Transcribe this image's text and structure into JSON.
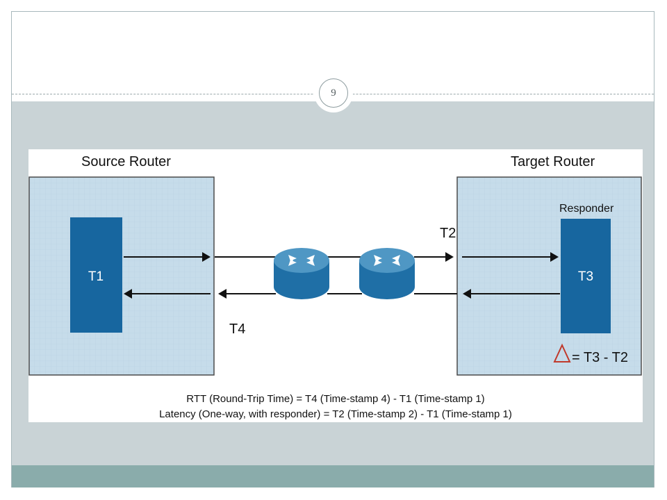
{
  "slide": {
    "page_number": "9"
  },
  "diagram": {
    "source_router_label": "Source Router",
    "target_router_label": "Target Router",
    "responder_label": "Responder",
    "t1_label": "T1",
    "t2_label": "T2",
    "t3_label": "T3",
    "t4_label": "T4",
    "delta_formula": "= T3 - T2",
    "rtt_formula": "RTT (Round-Trip Time) = T4 (Time-stamp 4) - T1 (Time-stamp 1)",
    "latency_formula": "Latency (One-way, with responder) = T2 (Time-stamp 2) - T1 (Time-stamp 1)",
    "icons": [
      "router-icon",
      "router-icon",
      "delta-triangle-icon"
    ],
    "colors": {
      "box_fill": "#c6dcea",
      "timestamp_block": "#17669f",
      "router_body": "#1f6fa6",
      "router_top": "#4f97c4",
      "delta_triangle": "#c0392b",
      "slide_content_bg": "#c9d3d6",
      "slide_footer": "#8aacab"
    }
  }
}
